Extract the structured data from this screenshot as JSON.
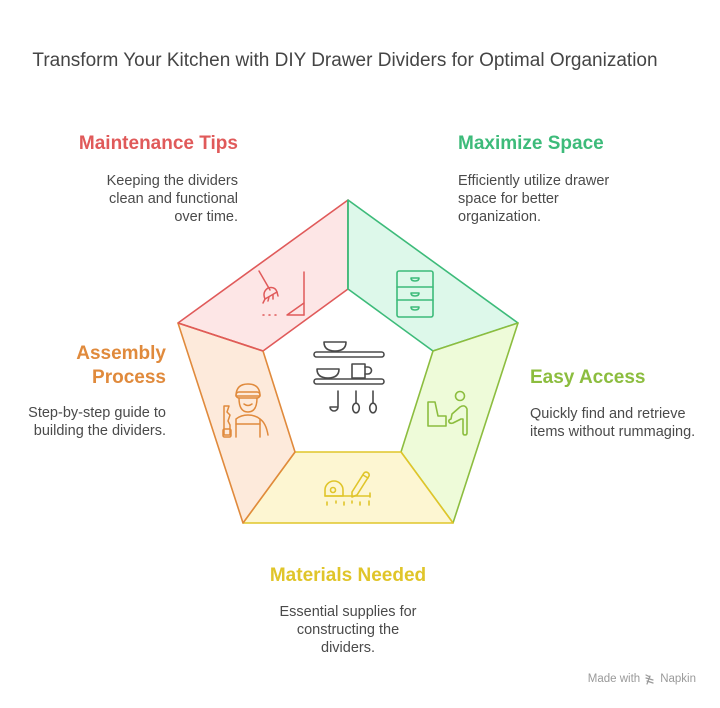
{
  "title": "Transform Your Kitchen with DIY Drawer Dividers for Optimal Organization",
  "center": {
    "icon": "kitchen-shelf-icon",
    "color": "#4a4a4a"
  },
  "segments": [
    {
      "id": "maintenance",
      "heading": "Maintenance Tips",
      "description": "Keeping the dividers clean and functional over time.",
      "icon": "broom-dustpan-icon",
      "color": "#e05a5a",
      "fill": "#fde6e6"
    },
    {
      "id": "maximize",
      "heading": "Maximize Space",
      "description": "Efficiently utilize drawer space for better organization.",
      "icon": "drawer-cabinet-icon",
      "color": "#3dbb7a",
      "fill": "#ddf8ea"
    },
    {
      "id": "access",
      "heading": "Easy Access",
      "description": "Quickly find and retrieve items without rummaging.",
      "icon": "person-reaching-icon",
      "color": "#8cbd3f",
      "fill": "#eefbd9"
    },
    {
      "id": "materials",
      "heading": "Materials Needed",
      "description": "Essential supplies for constructing the dividers.",
      "icon": "tape-measure-pencil-icon",
      "color": "#e0c52a",
      "fill": "#fdf6d2"
    },
    {
      "id": "assembly",
      "heading": "Assembly Process",
      "description": "Step-by-step guide to building the dividers.",
      "icon": "worker-saw-icon",
      "color": "#e08a3c",
      "fill": "#fdeadb"
    }
  ],
  "footer": {
    "made_with": "Made with",
    "brand": "Napkin",
    "icon": "napkin-logo-icon"
  }
}
